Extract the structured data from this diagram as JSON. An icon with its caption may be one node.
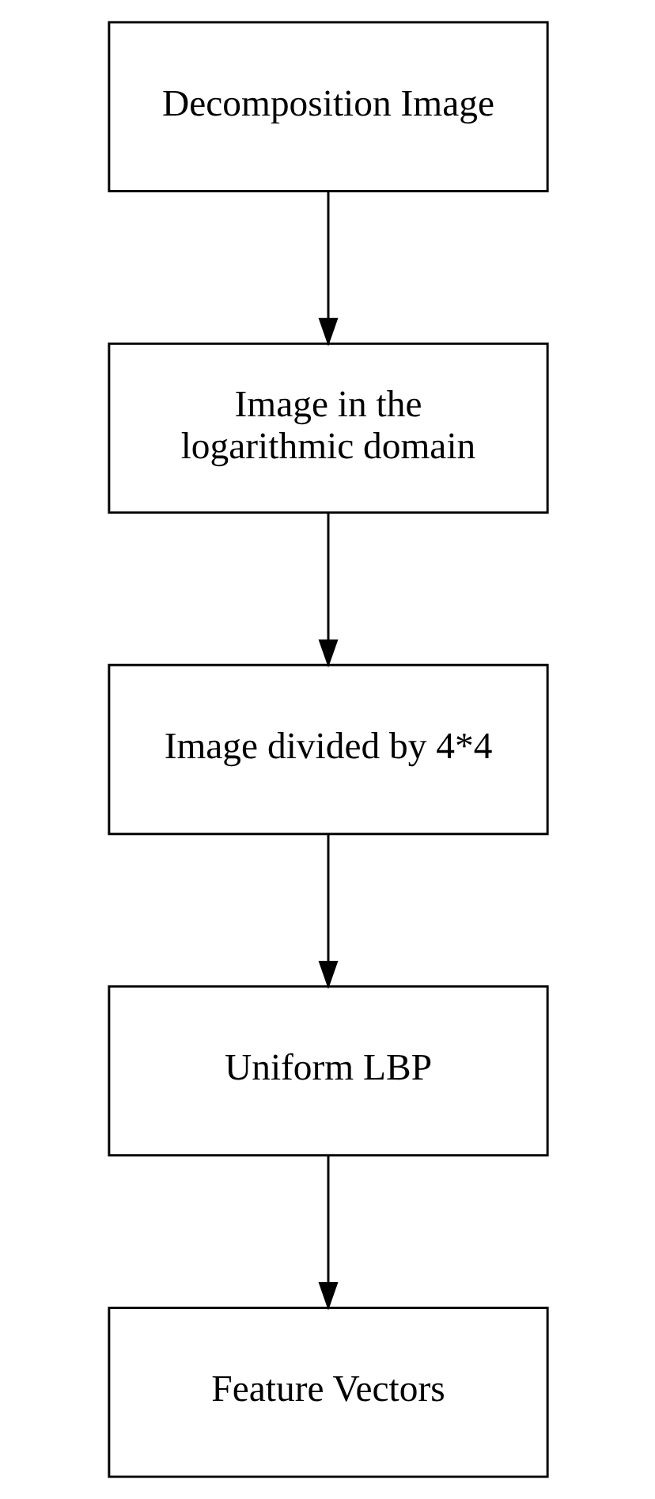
{
  "diagram": {
    "nodes": [
      {
        "text": [
          "Decomposition Image"
        ]
      },
      {
        "text": [
          "Image in the logarithmic domain"
        ]
      },
      {
        "text": [
          "Image divided by 4*4"
        ]
      },
      {
        "text": [
          "Uniform LBP"
        ]
      },
      {
        "text": [
          "Feature Vectors"
        ]
      }
    ],
    "edges": [
      {
        "from": 0,
        "to": 1,
        "arrow": "to"
      },
      {
        "from": 1,
        "to": 2,
        "arrow": "to"
      },
      {
        "from": 2,
        "to": 3,
        "arrow": "to"
      },
      {
        "from": 3,
        "to": 4,
        "arrow": "to"
      }
    ]
  }
}
